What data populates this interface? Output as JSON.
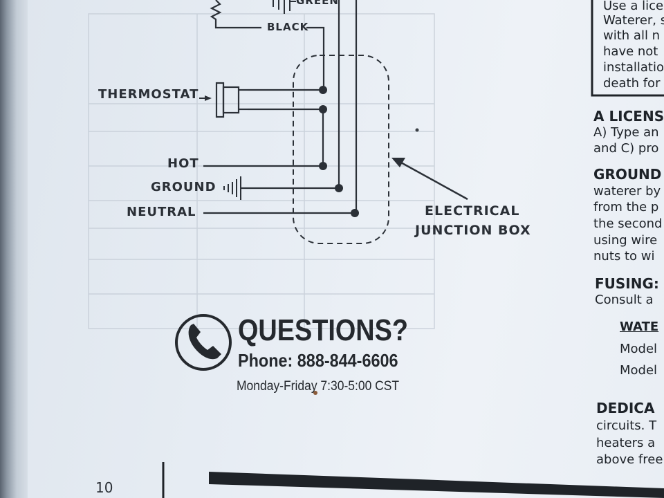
{
  "diagram": {
    "green_label": "GREEN",
    "black_label": "BLACK",
    "thermostat_label": "THERMOSTAT",
    "hot_label": "HOT",
    "ground_label": "GROUND",
    "neutral_label": "NEUTRAL",
    "junction_box_label_line1": "ELECTRICAL",
    "junction_box_label_line2": "JUNCTION BOX"
  },
  "questions": {
    "title": "QUESTIONS?",
    "phone": "Phone: 888-844-6606",
    "hours": "Monday-Friday 7:30-5:00 CST"
  },
  "page_number": "10",
  "right_column": {
    "warning_lines": [
      "Use a lice",
      "Waterer, s",
      "with all n",
      "have not",
      "installatio",
      "death for"
    ],
    "license_heading": "A LICENS",
    "license_lines": [
      "A) Type an",
      "and C) pro"
    ],
    "ground_heading": "GROUND",
    "ground_lines": [
      "waterer by",
      "from the p",
      "the second",
      "using wire",
      "nuts to wi"
    ],
    "fusing_heading": "FUSING:",
    "fusing_line": "Consult a",
    "water_heading": "WATE",
    "model_lines": [
      "Model",
      "Model"
    ],
    "dedicated_heading": "DEDICA",
    "dedicated_lines": [
      "circuits. T",
      "heaters a",
      "above free"
    ]
  }
}
